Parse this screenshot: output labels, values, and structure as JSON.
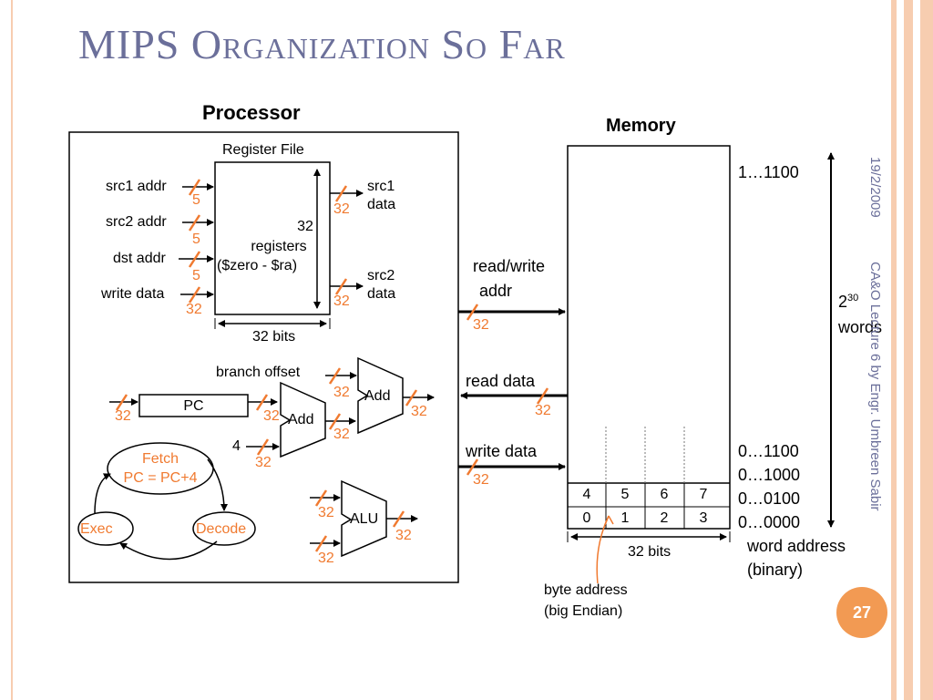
{
  "slide": {
    "title": "MIPS Organization So Far",
    "side_date": "19/2/2009",
    "side_author": "CA&O Lecture 6 by Engr. Umbreen Sabir",
    "page_number": "27"
  },
  "processor": {
    "title": "Processor",
    "register_file": {
      "title": "Register File",
      "count": "32",
      "name": "registers",
      "range": "($zero - $ra)",
      "width": "32 bits",
      "inputs": [
        "src1 addr",
        "src2 addr",
        "dst addr",
        "write data"
      ],
      "outputs": [
        "src1",
        "data",
        "src2",
        "data"
      ]
    },
    "widths": {
      "five": "5",
      "thirty_two": "32",
      "four": "4"
    },
    "branch_offset": "branch offset",
    "pc": "PC",
    "add": "Add",
    "alu": "ALU",
    "cycle": {
      "fetch": "Fetch",
      "fetch_action": "PC = PC+4",
      "exec": "Exec",
      "decode": "Decode"
    }
  },
  "buses": {
    "read_write": "read/write",
    "addr": "addr",
    "read_data": "read data",
    "write_data": "write data"
  },
  "memory": {
    "title": "Memory",
    "top_row": [
      "4",
      "5",
      "6",
      "7"
    ],
    "bottom_row": [
      "0",
      "1",
      "2",
      "3"
    ],
    "width": "32 bits",
    "addresses": [
      "1…1100",
      "0…1100",
      "0…1000",
      "0…0100",
      "0…0000"
    ],
    "word_address": "word address",
    "binary": "(binary)",
    "byte_address": "byte address",
    "endian": "(big Endian)",
    "count_base": "2",
    "count_exp": "30",
    "count_unit": "words"
  },
  "colors": {
    "accent": "#f07a30",
    "stripe": "#f7cdb0",
    "title": "#6b6f9a",
    "badge": "#f29a53"
  }
}
